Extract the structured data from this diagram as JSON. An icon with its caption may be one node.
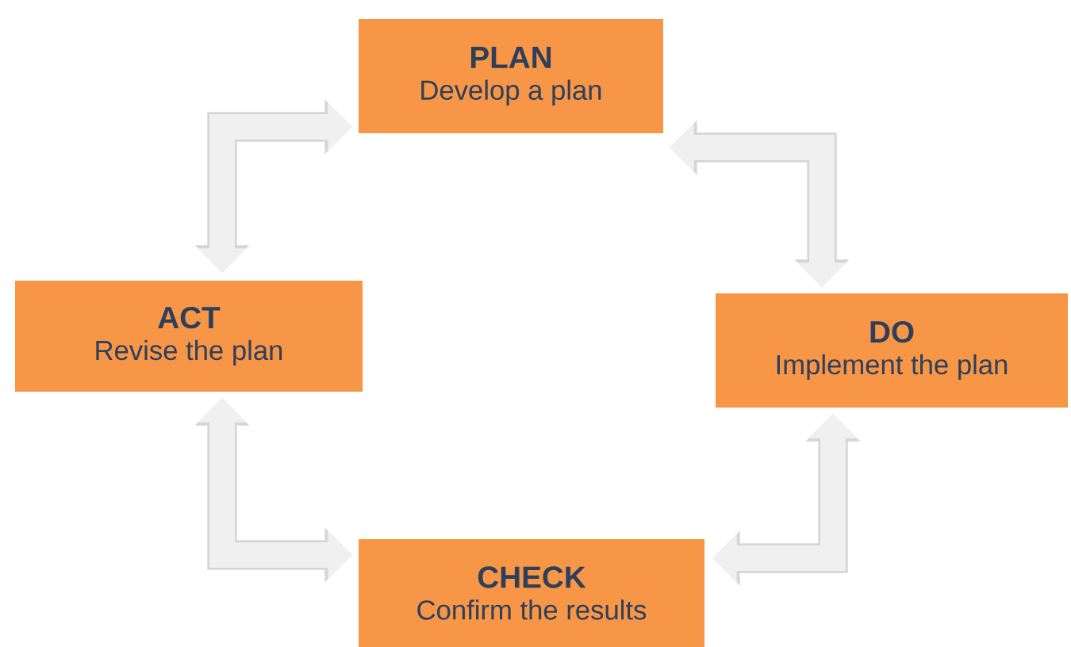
{
  "diagram": {
    "nodes": [
      {
        "text": [
          "PLAN",
          "Develop a plan"
        ]
      },
      {
        "text": [
          "ACT",
          "Revise the plan"
        ]
      },
      {
        "text": [
          "DO",
          "Implement the plan"
        ]
      },
      {
        "text": [
          "CHECK",
          "Confirm the results"
        ]
      }
    ],
    "edges": [
      {
        "from": 0,
        "to": 2,
        "arrow": "both"
      },
      {
        "from": 2,
        "to": 3,
        "arrow": "both"
      },
      {
        "from": 3,
        "to": 1,
        "arrow": "both"
      },
      {
        "from": 1,
        "to": 0,
        "arrow": "both"
      }
    ]
  }
}
